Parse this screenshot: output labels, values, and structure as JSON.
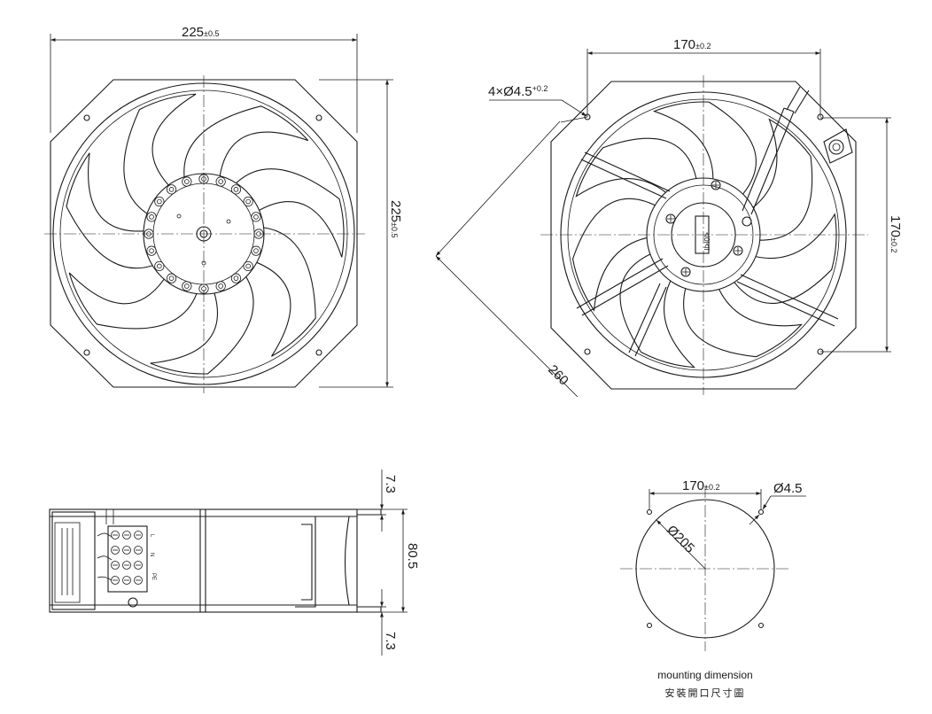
{
  "views": {
    "front": {
      "width_dim": {
        "value": "225",
        "tol": "±0.5"
      },
      "height_dim": {
        "value": "225",
        "tol": "±0.5"
      }
    },
    "rear": {
      "hole_spacing_x": {
        "value": "170",
        "tol": "±0.2"
      },
      "hole_spacing_y": {
        "value": "170",
        "tol": "±0.2"
      },
      "holes": {
        "value": "4×Ø4.5",
        "tol": "+0.2"
      },
      "diagonal": "260",
      "hub_label": "ᐊ0lᐊl"
    },
    "side": {
      "depth": "80.5",
      "top_flange": "7.3",
      "bottom_flange": "7.3",
      "terminals": [
        "L",
        "N",
        "PE"
      ]
    },
    "mounting": {
      "hole_spacing": {
        "value": "170",
        "tol": "±0.2"
      },
      "hole_dia": "Ø4.5",
      "cutout_dia": "Ø205",
      "caption_en": "mounting dimension",
      "caption_zh": "安裝開口尺寸圖"
    }
  }
}
